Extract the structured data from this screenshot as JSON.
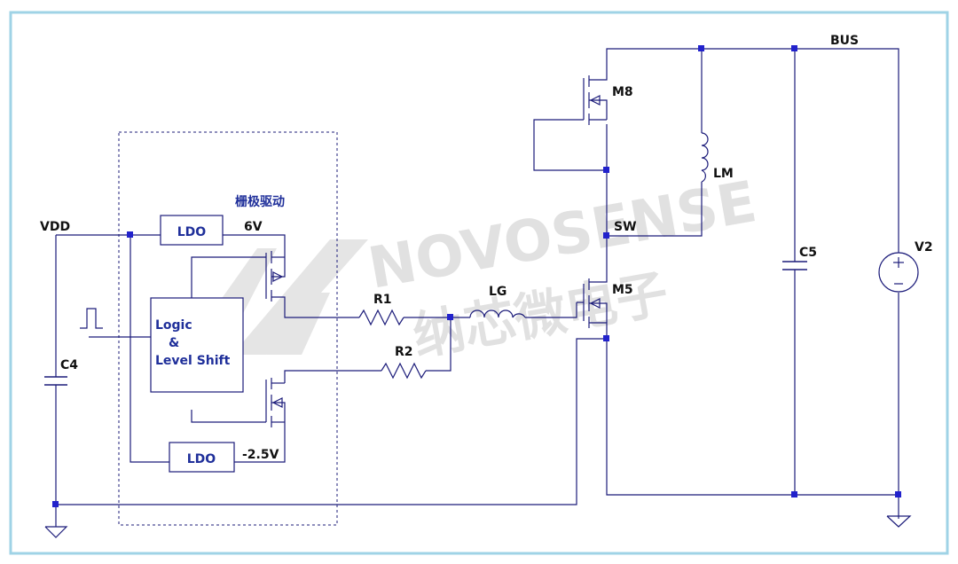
{
  "colors": {
    "frame": "#9fd3e6",
    "wire": "#1c1c7a",
    "junction": "#2222cc",
    "block_text": "#1f2f9a",
    "label_text": "#111111",
    "watermark": "#c9c9c9"
  },
  "labels": {
    "bus": "BUS",
    "vdd": "VDD",
    "six_v": "6V",
    "neg_2_5v": "-2.5V",
    "sw": "SW",
    "m8": "M8",
    "m5": "M5",
    "lm": "LM",
    "lg": "LG",
    "r1": "R1",
    "r2": "R2",
    "c4": "C4",
    "c5": "C5",
    "v2": "V2",
    "gate_driver": "栅极驱动"
  },
  "blocks": {
    "ldo_top": "LDO",
    "ldo_bottom": "LDO",
    "logic_line1": "Logic",
    "logic_line2": "&",
    "logic_line3": "Level Shift"
  },
  "watermark": {
    "brand": "NOVOSENSE",
    "chinese": "纳芯微电子"
  }
}
